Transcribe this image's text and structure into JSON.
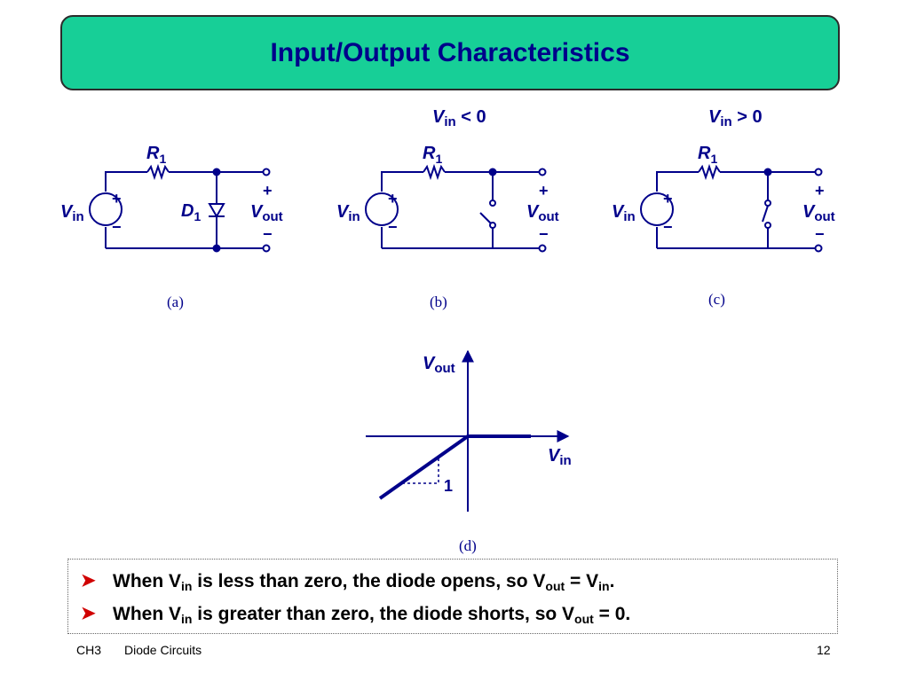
{
  "title": "Input/Output Characteristics",
  "colors": {
    "title_bg": "#17cf97",
    "text_primary": "#00008a",
    "bullet_arrow": "#d00000"
  },
  "circuits": [
    {
      "id": "a",
      "caption": "(a)",
      "condition": null,
      "source_main": "V",
      "source_sub": "in",
      "resistor_main": "R",
      "resistor_sub": "1",
      "diode_main": "D",
      "diode_sub": "1",
      "output_main": "V",
      "output_sub": "out",
      "plus": "+",
      "minus": "−"
    },
    {
      "id": "b",
      "caption": "(b)",
      "condition": {
        "main": "V",
        "sub": "in",
        "rest": " < 0"
      },
      "source_main": "V",
      "source_sub": "in",
      "resistor_main": "R",
      "resistor_sub": "1",
      "output_main": "V",
      "output_sub": "out",
      "plus": "+",
      "minus": "−"
    },
    {
      "id": "c",
      "caption": "(c)",
      "condition": {
        "main": "V",
        "sub": "in",
        "rest": " > 0"
      },
      "source_main": "V",
      "source_sub": "in",
      "resistor_main": "R",
      "resistor_sub": "1",
      "output_main": "V",
      "output_sub": "out",
      "plus": "+",
      "minus": "−"
    }
  ],
  "plot": {
    "caption": "(d)",
    "y_main": "V",
    "y_sub": "out",
    "x_main": "V",
    "x_sub": "in",
    "slope_label": "1",
    "slope": 1
  },
  "bullets": [
    {
      "p1": "When V",
      "s1": "in",
      "p2": " is less than zero, the diode opens, so V",
      "s2": "out",
      "p3": " = V",
      "s3": "in",
      "p4": "."
    },
    {
      "p1": "When V",
      "s1": "in",
      "p2": " is greater than zero, the diode shorts, so V",
      "s2": "out",
      "p3": " = 0."
    }
  ],
  "footer": {
    "chapter": "CH3",
    "topic": "Diode Circuits",
    "page": "12"
  }
}
